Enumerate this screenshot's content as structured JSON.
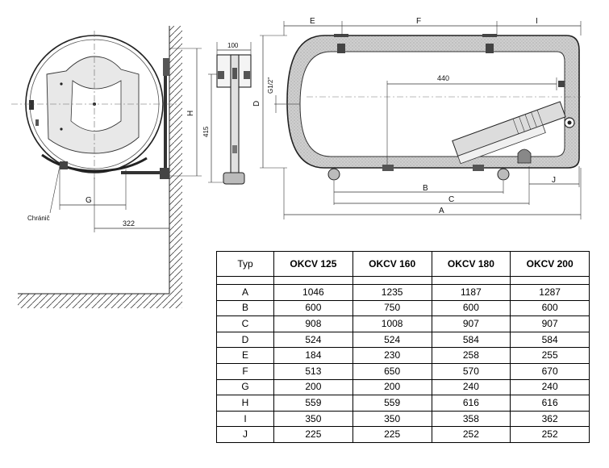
{
  "drawing": {
    "labels": {
      "E": "E",
      "F": "F",
      "I": "I",
      "A": "A",
      "B": "B",
      "C": "C",
      "D": "D",
      "G": "G",
      "H": "H",
      "J": "J",
      "d100": "100",
      "d415": "415",
      "d440": "440",
      "d322": "322",
      "thread": "G1/2\"",
      "chranic": "Chránič"
    }
  },
  "table": {
    "header": [
      "Typ",
      "OKCV 125",
      "OKCV 160",
      "OKCV 180",
      "OKCV 200"
    ],
    "rows": [
      [
        "A",
        "1046",
        "1235",
        "1187",
        "1287"
      ],
      [
        "B",
        "600",
        "750",
        "600",
        "600"
      ],
      [
        "C",
        "908",
        "1008",
        "907",
        "907"
      ],
      [
        "D",
        "524",
        "524",
        "584",
        "584"
      ],
      [
        "E",
        "184",
        "230",
        "258",
        "255"
      ],
      [
        "F",
        "513",
        "650",
        "570",
        "670"
      ],
      [
        "G",
        "200",
        "200",
        "240",
        "240"
      ],
      [
        "H",
        "559",
        "559",
        "616",
        "616"
      ],
      [
        "I",
        "350",
        "350",
        "358",
        "362"
      ],
      [
        "J",
        "225",
        "225",
        "252",
        "252"
      ]
    ]
  }
}
